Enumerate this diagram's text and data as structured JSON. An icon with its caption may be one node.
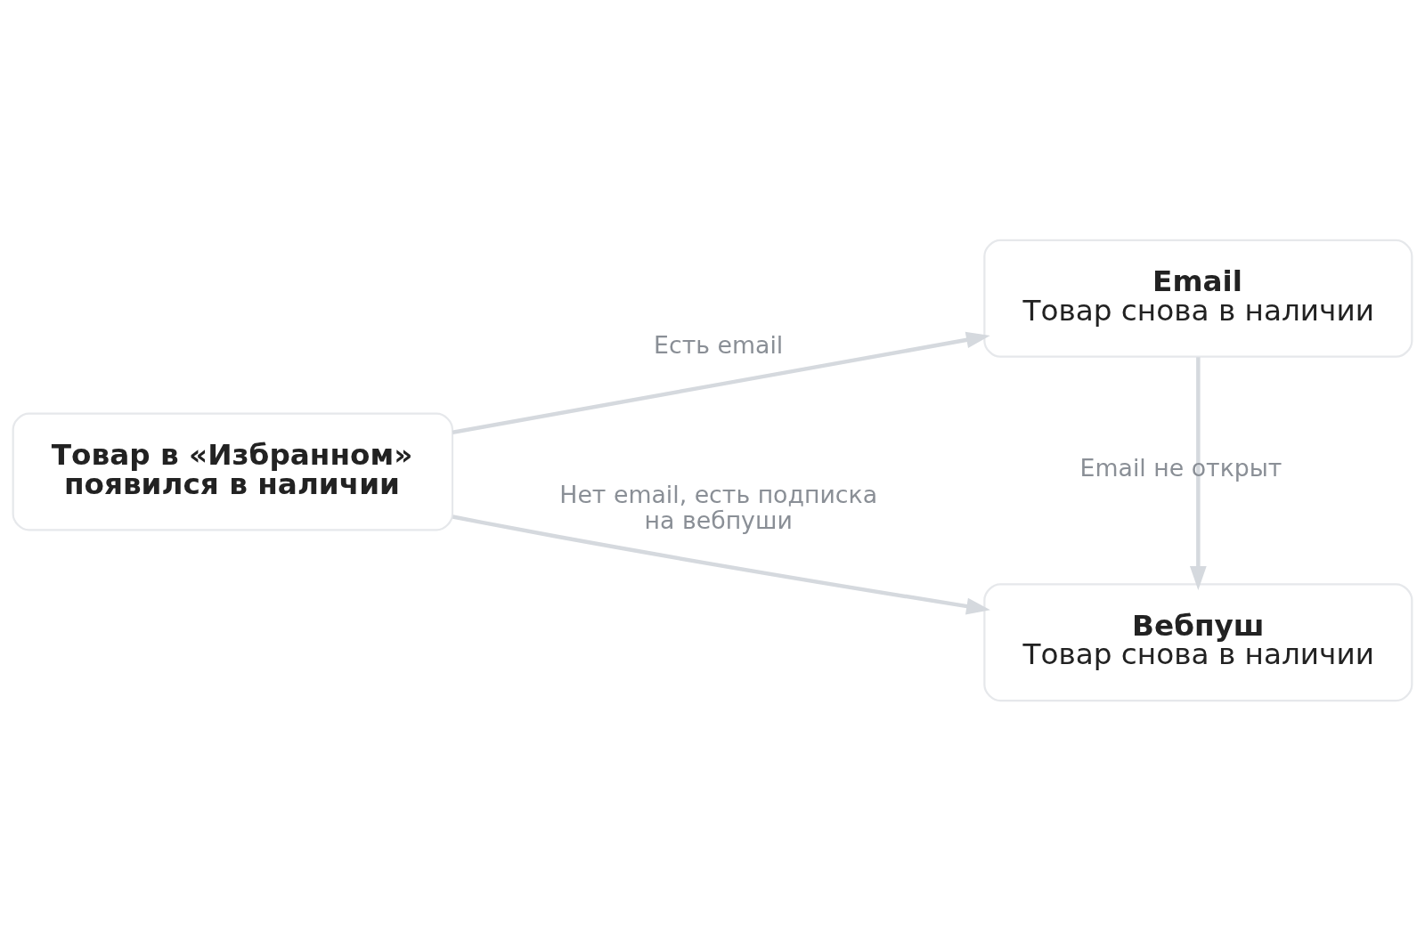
{
  "diagram": {
    "nodes": [
      {
        "text": [
          "Товар в «Избранном» появился в наличии"
        ]
      },
      {
        "text": [
          "Email",
          "Товар снова в наличии"
        ]
      },
      {
        "text": [
          "Вебпуш",
          "Товар снова в наличии"
        ]
      }
    ],
    "edges": [
      {
        "from": 0,
        "to": 1,
        "arrow": "to",
        "label": "Есть email"
      },
      {
        "from": 1,
        "to": 2,
        "arrow": "to",
        "label": "Email не открыт"
      },
      {
        "from": 0,
        "to": 2,
        "arrow": "to",
        "label": "Нет email, есть подписка на вебпуши"
      }
    ]
  }
}
